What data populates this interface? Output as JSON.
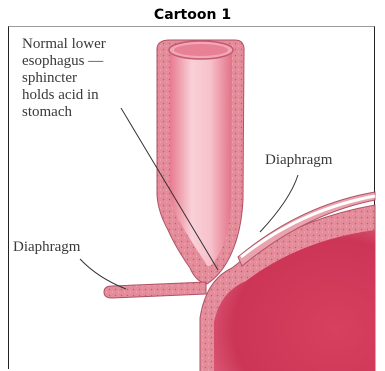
{
  "title": "Cartoon 1",
  "labels": {
    "normal_esophagus": [
      "Normal lower",
      "esophagus —",
      "sphincter",
      "holds acid in",
      "stomach"
    ],
    "diaphragm_right": "Diaphragm",
    "diaphragm_left": "Diaphragm"
  },
  "colors": {
    "tissue_wall": "#e38a98",
    "esophagus_lumen": "#f4b4c0",
    "stomach_interior": "#d03a5c",
    "diaphragm_fill": "#e8909e",
    "outline": "#a84a5c"
  }
}
